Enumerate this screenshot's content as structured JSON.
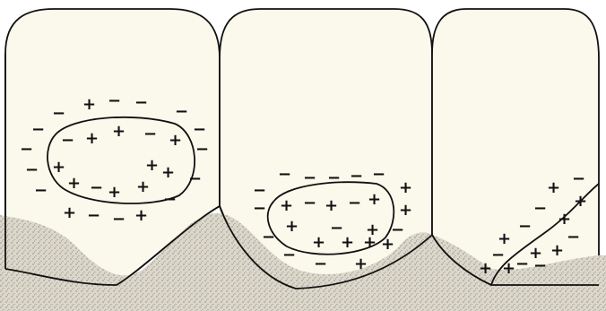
{
  "colors": {
    "background": "#ffffff",
    "tooth_fill": "#fbf8ec",
    "outline": "#111111",
    "gum_fill": "#d9d4c8",
    "gum_dots": "#8a857a"
  },
  "icons": [
    "stipple-gum-texture"
  ],
  "teeth": [
    {
      "id": "left",
      "charge_signs": [
        "−",
        "+",
        "−",
        "−",
        "−",
        "−",
        "−",
        "−",
        "−",
        "−",
        "−",
        "+",
        "+",
        "−",
        "+",
        "+",
        "−",
        "−",
        "+",
        "−",
        "+",
        "+",
        "+",
        "−",
        "+",
        "+",
        "−",
        "−",
        "+"
      ]
    },
    {
      "id": "middle",
      "charge_signs": [
        "−",
        "−",
        "−",
        "−",
        "−",
        "−",
        "+",
        "−",
        "+",
        "−",
        "+",
        "−",
        "+",
        "+",
        "+",
        "−",
        "+",
        "−",
        "+",
        "+",
        "+",
        "−",
        "+",
        "−",
        "−",
        "+"
      ]
    },
    {
      "id": "right",
      "charge_signs": [
        "+",
        "−",
        "−",
        "+",
        "+",
        "−",
        "+",
        "−",
        "+",
        "+",
        "−",
        "−",
        "+",
        "−",
        "+"
      ]
    }
  ]
}
